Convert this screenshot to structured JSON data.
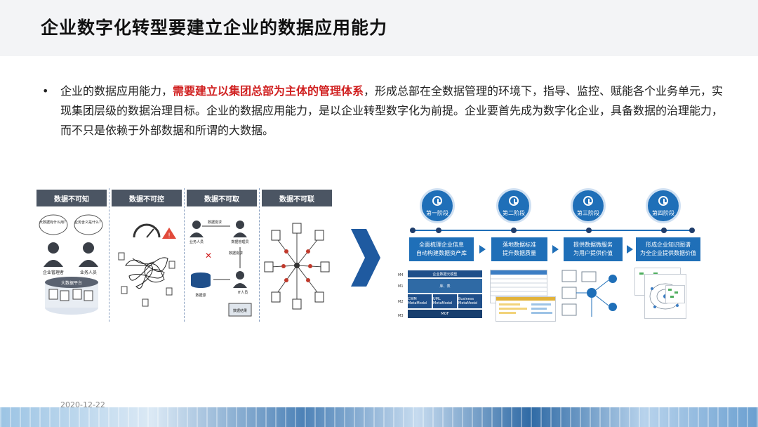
{
  "slide": {
    "title": "企业数字化转型要建立企业的数据应用能力",
    "bullet": "•",
    "paragraph_before": "企业的数据应用能力，",
    "paragraph_highlight": "需要建立以集团总部为主体的管理体系",
    "paragraph_after": "，形成总部在全数据管理的环境下，指导、监控、赋能各个业务单元，实现集团层级的数据治理目标。企业的数据应用能力，是以企业转型数字化为前提。企业要首先成为数字化企业，具备数据的治理能力，而不只是依赖于外部数据和所谓的大数据。",
    "date": "2020-12-22",
    "highlight_color": "#d02020"
  },
  "issues": {
    "items": [
      {
        "label": "数据不可知",
        "bubble1": "大数据有什么用？",
        "bubble2": "业务含义是什么？",
        "person1": "企业管理者",
        "person2": "业务人员",
        "platform": "大数据平台"
      },
      {
        "label": "数据不可控"
      },
      {
        "label": "数据不可取",
        "demand": "数据需求",
        "biz_user": "业务人员",
        "data_admin": "数据管理员",
        "data_need": "数据需求",
        "db": "数据源",
        "it_user": "IT人员",
        "result": "数据结果"
      },
      {
        "label": "数据不可联"
      }
    ]
  },
  "stages": {
    "items": [
      {
        "name": "第一阶段",
        "desc_line1": "全面梳理企业信息",
        "desc_line2": "自动构建数据资产库"
      },
      {
        "name": "第二阶段",
        "desc_line1": "落地数据标准",
        "desc_line2": "提升数据质量"
      },
      {
        "name": "第三阶段",
        "desc_line1": "提供数据微服务",
        "desc_line2": "为用户提供价值"
      },
      {
        "name": "第四阶段",
        "desc_line1": "形成企业知识图谱",
        "desc_line2": "为全企业提供数据价值"
      }
    ],
    "meta": {
      "header": "企业数据元模型",
      "levels": [
        "M4",
        "M1",
        "M2",
        "M3"
      ],
      "row_m1": "库、表",
      "row_m2a": "CWM MetaModel",
      "row_m2b": "UML MetaModel",
      "row_m2c": "Business MetaModel",
      "row_m3": "MOF"
    }
  },
  "colors": {
    "accent": "#1f6fb8",
    "issue_header": "#4b5563"
  }
}
